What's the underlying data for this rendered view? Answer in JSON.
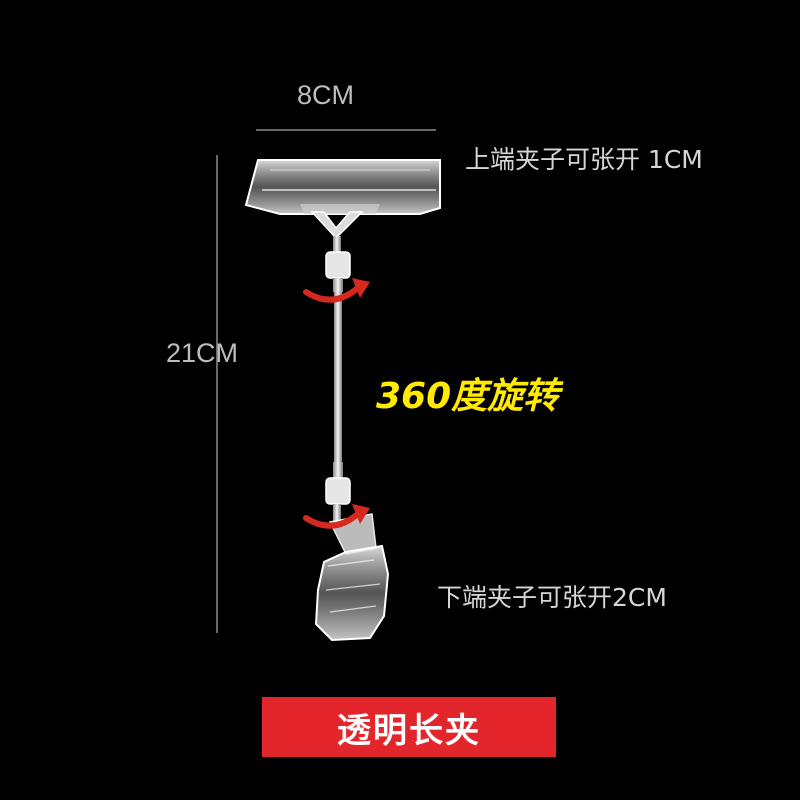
{
  "dimensions": {
    "width_label": "8CM",
    "height_label": "21CM"
  },
  "notes": {
    "top_clip": "上端夹子可张开 1CM",
    "bottom_clip": "下端夹子可张开2CM"
  },
  "rotation_label": "360度旋转",
  "banner_label": "透明长夹",
  "colors": {
    "background": "#000000",
    "rotation_text": "#ffea00",
    "banner": "#e3262c",
    "arrow": "#d6281f"
  }
}
